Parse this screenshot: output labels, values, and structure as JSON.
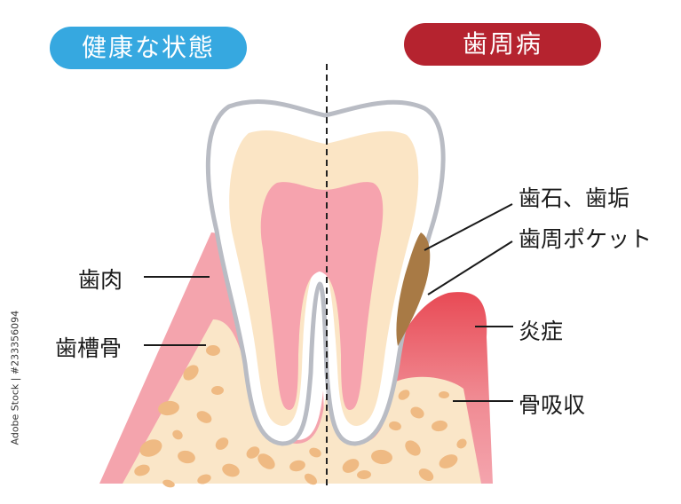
{
  "header": {
    "healthy": "健康な状態",
    "disease": "歯周病"
  },
  "labels": {
    "gum": "歯肉",
    "alveolar_bone": "歯槽骨",
    "tartar": "歯石、歯垢",
    "pocket": "歯周ポケット",
    "inflammation": "炎症",
    "bone_resorption": "骨吸収"
  },
  "credit": "Adobe Stock | #233356094",
  "colors": {
    "healthy": "#36a8e0",
    "disease": "#b5232f",
    "gum": "#f4a4ad",
    "inflamed_gum": "#e84a55",
    "bone": "#fae6c8",
    "bone_spots": "#efba83",
    "enamel": "#ffffff",
    "enamel_outline": "#b9bcc4",
    "dentin": "#fbe5c5",
    "pulp": "#f6a3ae",
    "tartar": "#a87a45"
  }
}
